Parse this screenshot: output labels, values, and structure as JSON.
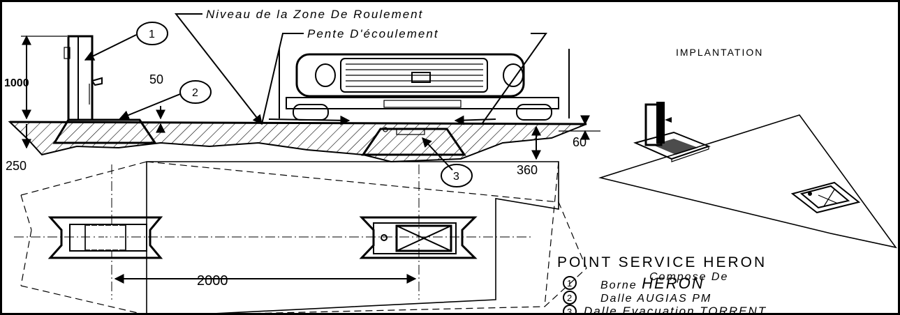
{
  "labels": {
    "niveau": "Niveau de la Zone De Roulement",
    "pente": "Pente D'écoulement",
    "implantation": "IMPLANTATION",
    "dim_1000": "1000",
    "dim_50": "50",
    "dim_250": "250",
    "dim_60": "60",
    "dim_360": "360",
    "dim_2000": "2000"
  },
  "callouts": [
    {
      "num": "1"
    },
    {
      "num": "2"
    },
    {
      "num": "3"
    }
  ],
  "legend": {
    "title": "POINT SERVICE HERON",
    "subtitle": "Compose De",
    "items": [
      {
        "num": "1",
        "text": "Borne ",
        "emph": "HERON"
      },
      {
        "num": "2",
        "text": "Dalle AUGIAS PM",
        "emph": ""
      },
      {
        "num": "3",
        "text": "Dalle Evacuation TORRENT",
        "emph": ""
      }
    ]
  }
}
